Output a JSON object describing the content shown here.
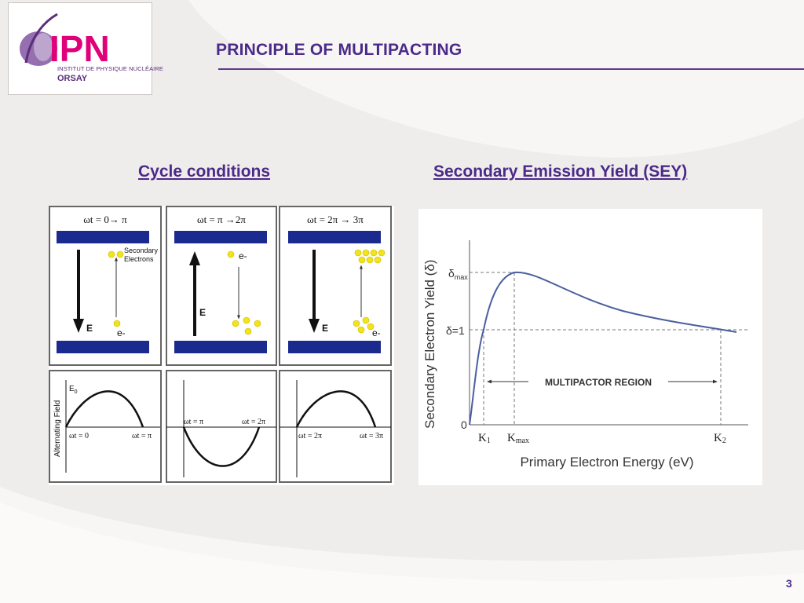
{
  "header": {
    "title": "PRINCIPLE OF MULTIPACTING",
    "logo_letters": "IPN",
    "logo_line1": "INSTITUT DE PHYSIQUE NUCLÉAIRE",
    "logo_line2": "ORSAY"
  },
  "sections": {
    "left_heading": "Cycle conditions",
    "right_heading": "Secondary Emission Yield (SEY)"
  },
  "cycle_diagram": {
    "panels": [
      {
        "phase_label": "ωt = 0→ π",
        "field_label": "E",
        "electron_label": "e-",
        "annotation": "Secondary Electrons"
      },
      {
        "phase_label": "ωt = π →2π",
        "field_label": "E",
        "electron_label": "e-"
      },
      {
        "phase_label": "ωt = 2π → 3π",
        "field_label": "E",
        "electron_label": "e-"
      }
    ],
    "annotation_line1": "Secondary",
    "annotation_line2": "Electrons",
    "field_plot": {
      "ylabel": "Alternating Field",
      "amplitude_label": "E",
      "amplitude_sub": "0",
      "labels": [
        {
          "left": "ωt = 0",
          "right": "ωt = π"
        },
        {
          "left": "ωt = π",
          "right": "ωt = 2π"
        },
        {
          "left": "ωt = 2π",
          "right": "ωt = 3π"
        }
      ]
    }
  },
  "sey_chart": {
    "ylabel": "Secondary Electron Yield (δ)",
    "xlabel": "Primary Electron Energy (eV)",
    "y_ticks": {
      "max": "δ",
      "max_sub": "max",
      "one": "δ=1",
      "zero": "0"
    },
    "x_ticks": {
      "k1": "K",
      "k1_sub": "1",
      "kmax": "K",
      "kmax_sub": "max",
      "k2": "K",
      "k2_sub": "2"
    },
    "region_label": "MULTIPACTOR REGION",
    "curve_color": "#4a5f9e"
  },
  "colors": {
    "accent": "#4b2a8a",
    "plate": "#1b2a8f",
    "electron": "#f2e31a"
  },
  "page_number": "3"
}
